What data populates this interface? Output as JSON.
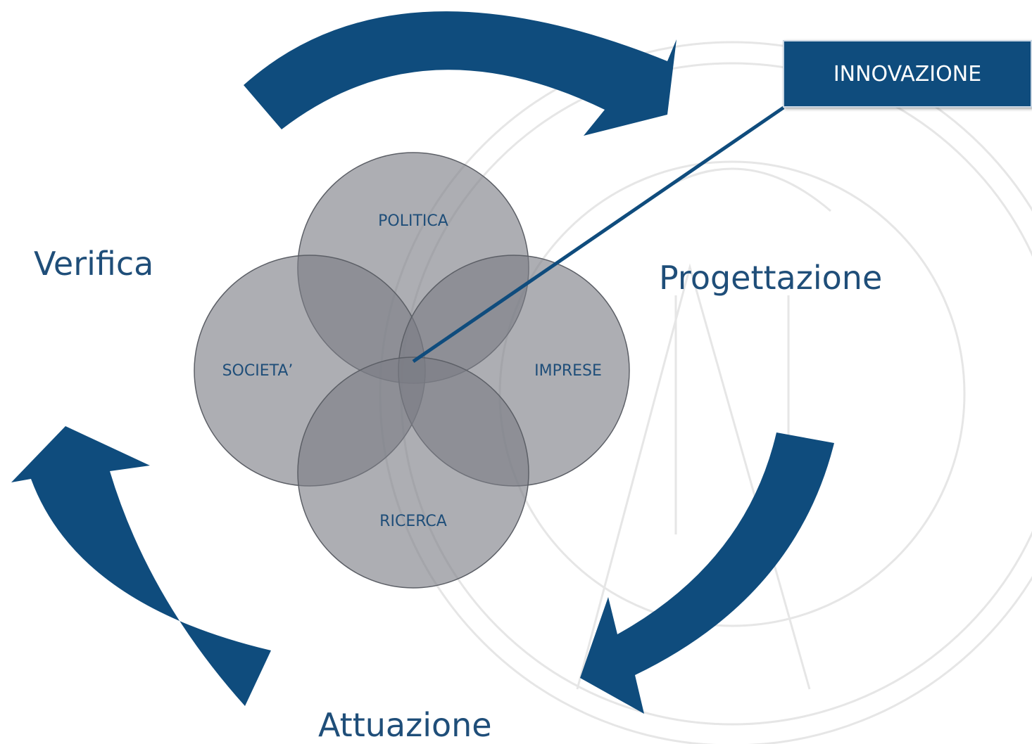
{
  "colors": {
    "arrow": "#0f4c7d",
    "text": "#1f4e79",
    "circle_fill": "#7a7d85",
    "circle_stroke": "#5c5f66",
    "pointer_line": "#0f4c7d",
    "callout_bg": "#0f4c7d",
    "callout_text": "#ffffff"
  },
  "cycle": {
    "stages": {
      "verifica": "Verifica",
      "progettazione": "Progettazione",
      "attuazione": "Attuazione"
    }
  },
  "venn": {
    "top": "POLITICA",
    "left": "SOCIETA’",
    "right": "IMPRESE",
    "bottom": "RICERCA"
  },
  "callout": {
    "label": "INNOVAZIONE"
  }
}
